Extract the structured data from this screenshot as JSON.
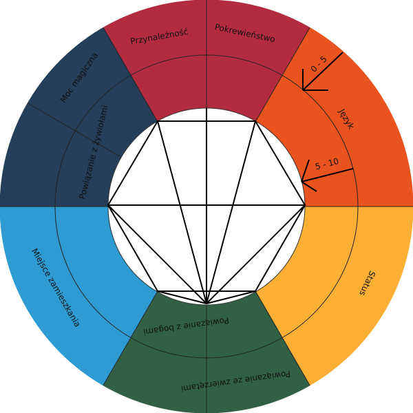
{
  "sectors": [
    {
      "id": "przynaleznosc",
      "label": "Przynależność",
      "color": "#b32b3e"
    },
    {
      "id": "pokrewienstwo",
      "label": "Pokrewieństwo",
      "color": "#b32b3e"
    },
    {
      "id": "jezyk",
      "label": "Język",
      "color": "#e8531f"
    },
    {
      "id": "status",
      "label": "Status",
      "color": "#fbb035"
    },
    {
      "id": "zwierzeta",
      "label": "Powiązanie ze zwierzętami",
      "color": "#326045"
    },
    {
      "id": "bogowie",
      "label": "Powiązanie z bogami",
      "color": "#326045"
    },
    {
      "id": "miejsce",
      "label": "Miejsce zamieszkania",
      "color": "#2e9bd3"
    },
    {
      "id": "moc",
      "label": "Moc magiczna",
      "color": "#253f5a"
    },
    {
      "id": "zywioly",
      "label": "Powiązanie z żywiołami",
      "color": "#253f5a"
    }
  ],
  "arrows": [
    {
      "label": "0 - 5"
    },
    {
      "label": "5 - 10"
    }
  ]
}
